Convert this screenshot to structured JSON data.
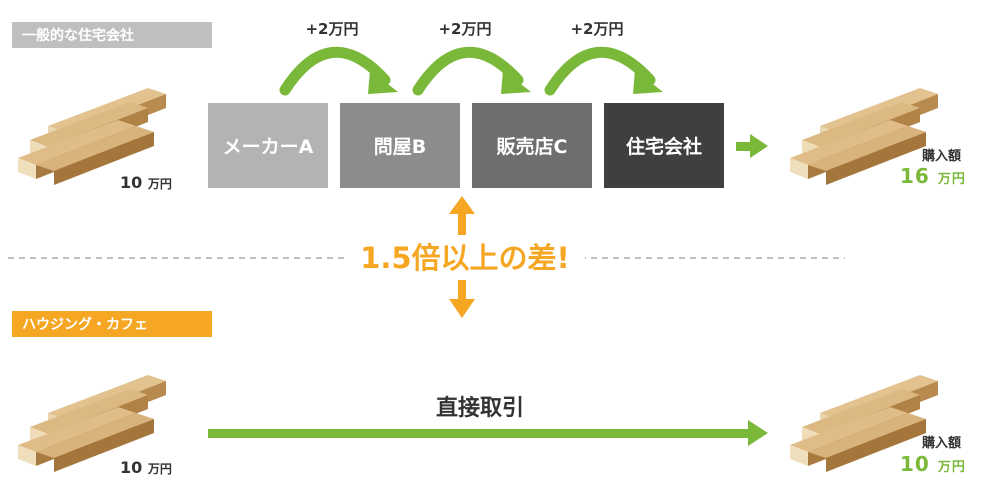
{
  "section_general": {
    "label": "一般的な住宅会社"
  },
  "section_cafe": {
    "label": "ハウジング・カフェ"
  },
  "start_price_top": {
    "value": "10",
    "unit": "万円"
  },
  "start_price_bottom": {
    "value": "10",
    "unit": "万円"
  },
  "steps": [
    {
      "label": "メーカーA"
    },
    {
      "label": "問屋B"
    },
    {
      "label": "販売店C"
    },
    {
      "label": "住宅会社"
    }
  ],
  "markups": [
    "+2万円",
    "+2万円",
    "+2万円"
  ],
  "purchase_top": {
    "label": "購入額",
    "value": "16",
    "unit": "万円"
  },
  "purchase_bottom": {
    "label": "購入額",
    "value": "10",
    "unit": "万円"
  },
  "difference": {
    "text": "1.5倍以上の差!"
  },
  "direct": {
    "text": "直接取引"
  },
  "colors": {
    "green": "#7ab83a",
    "orange": "#f5a623",
    "gray_label": "#bfbfbf",
    "step1": "#b3b3b3",
    "step2": "#8c8c8c",
    "step3": "#6e6e6e",
    "step4": "#3f3f3f",
    "wood": "#c9a46a"
  }
}
